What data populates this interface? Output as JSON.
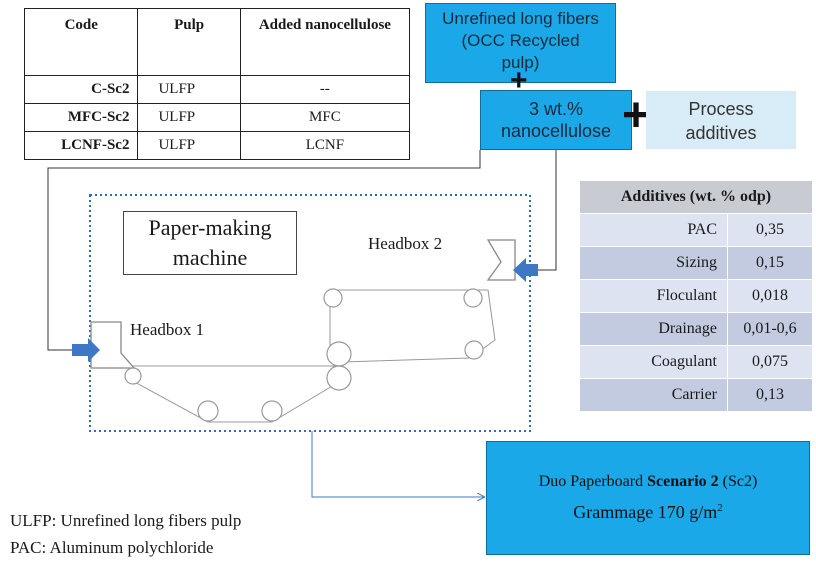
{
  "code_table": {
    "headers": [
      "Code",
      "Pulp",
      "Added nanocellulose"
    ],
    "rows": [
      [
        "C-Sc2",
        "ULFP",
        "--"
      ],
      [
        "MFC-Sc2",
        "ULFP",
        "MFC"
      ],
      [
        "LCNF-Sc2",
        "ULFP",
        "LCNF"
      ]
    ]
  },
  "inputs": {
    "pulp_line1": "Unrefined long fibers",
    "pulp_line2": "(OCC Recycled",
    "pulp_line3": "pulp)",
    "nano_line1": "3 wt.%",
    "nano_line2": "nanocellulose",
    "process_line1": "Process",
    "process_line2": "additives",
    "plus": "+"
  },
  "additives_table": {
    "header": "Additives (wt. % odp)",
    "rows": [
      [
        "PAC",
        "0,35"
      ],
      [
        "Sizing",
        "0,15"
      ],
      [
        "Floculant",
        "0,018"
      ],
      [
        "Drainage",
        "0,01-0,6"
      ],
      [
        "Coagulant",
        "0,075"
      ],
      [
        "Carrier",
        "0,13"
      ]
    ]
  },
  "machine": {
    "label_line1": "Paper-making",
    "label_line2": "machine",
    "headbox1": "Headbox 1",
    "headbox2": "Headbox 2"
  },
  "output": {
    "prefix": "Duo Paperboard ",
    "scenario": "Scenario 2",
    "suffix": " (Sc2)",
    "grammage": "Grammage 170 g/m",
    "sup": "2"
  },
  "legend": {
    "ulfp": "ULFP: Unrefined long fibers pulp",
    "pac": "PAC: Aluminum polychloride"
  },
  "colors": {
    "box_blue": "#1aa8e8",
    "arrow_blue": "#3d78c6",
    "dotted_border": "#2a6fb5",
    "process_bg": "#d7ecf7"
  }
}
